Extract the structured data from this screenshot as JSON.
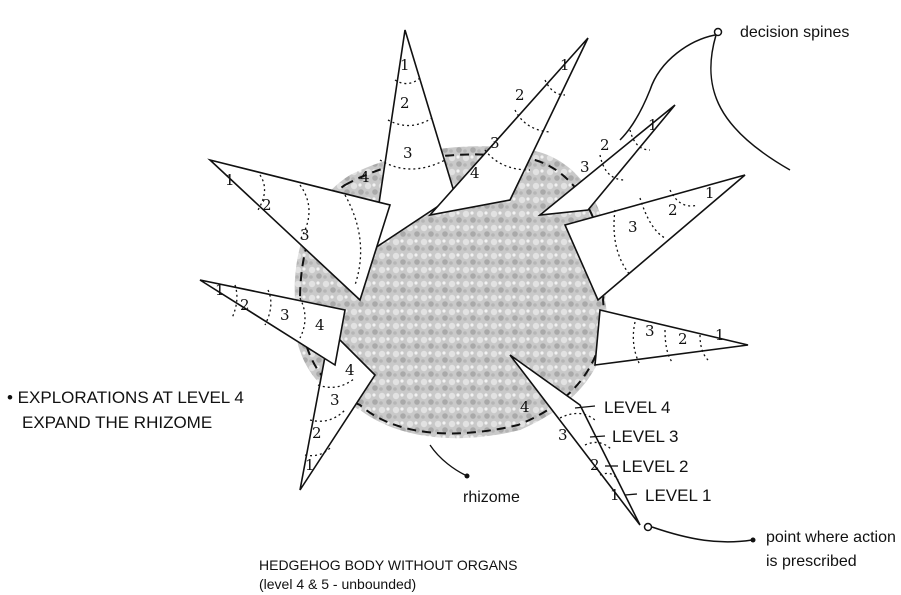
{
  "labels": {
    "decision_spines": "decision spines",
    "explorations_line1": "• EXPLORATIONS AT LEVEL 4",
    "explorations_line2": "EXPAND THE RHIZOME",
    "level4": "LEVEL 4",
    "level3": "LEVEL 3",
    "level2": "LEVEL 2",
    "level1": "LEVEL 1",
    "rhizome": "rhizome",
    "action_line1": "point where action",
    "action_line2": "is prescribed",
    "body_title": "HEDGEHOG BODY WITHOUT ORGANS",
    "body_subtitle": "(level 4 & 5 - unbounded)"
  },
  "spine_level_marks": [
    "1",
    "2",
    "3",
    "4"
  ],
  "colors": {
    "ink": "#111111",
    "rhizome_fill": "#c9c9c9",
    "background": "#ffffff"
  }
}
